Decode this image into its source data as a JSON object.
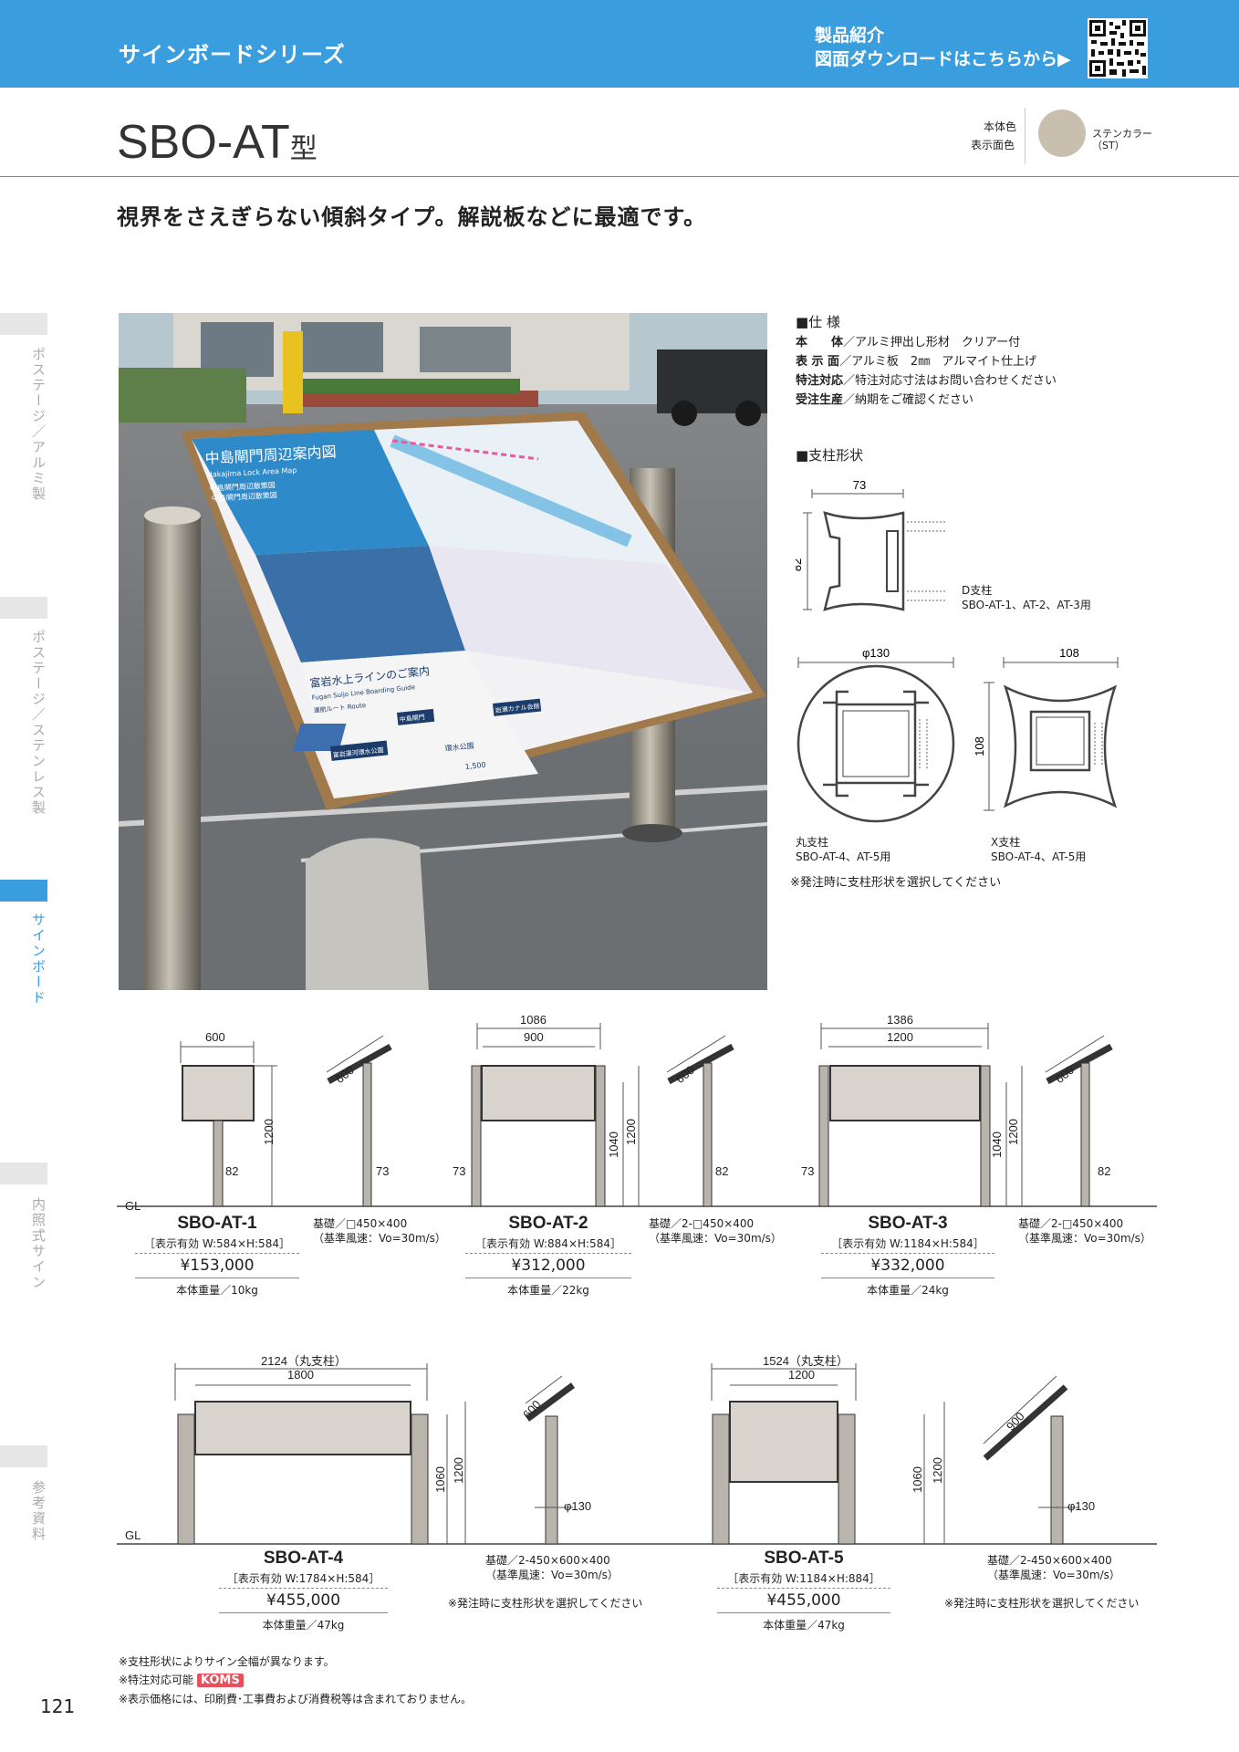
{
  "header": {
    "series_title": "サインボードシリーズ",
    "download_line1": "製品紹介",
    "download_line2": "図面ダウンロードはこちらから▶"
  },
  "model": {
    "name": "SBO-AT",
    "suffix": "型",
    "tagline": "視界をさえぎらない傾斜タイプ。解説板などに最適です。"
  },
  "color": {
    "label1": "本体色",
    "label2": "表示面色",
    "name1": "ステンカラー",
    "name2": "（ST）",
    "swatch": "#c9bfae"
  },
  "side_tabs": [
    {
      "label": "ポステージ／アルミ製",
      "active": false
    },
    {
      "label": "ポステージ／ステンレス製",
      "active": false
    },
    {
      "label": "サインボード",
      "active": true
    },
    {
      "label": "内照式サイン",
      "active": false
    },
    {
      "label": "参考資料",
      "active": false
    }
  ],
  "spec": {
    "heading": "■仕 様",
    "rows": [
      {
        "k": "本　　体",
        "v": "／アルミ押出し形材　クリアー付"
      },
      {
        "k": "表 示 面",
        "v": "／アルミ板　2㎜　アルマイト仕上げ"
      },
      {
        "k": "特注対応",
        "v": "／特注対応寸法はお問い合わせください"
      },
      {
        "k": "受注生産",
        "v": "／納期をご確認ください"
      }
    ],
    "post_heading": "■支柱形状",
    "d_post": {
      "w": "73",
      "h": "82",
      "label": "D支柱",
      "use": "SBO-AT-1、AT-2、AT-3用"
    },
    "round_post": {
      "dia": "φ130",
      "label": "丸支柱",
      "use": "SBO-AT-4、AT-5用"
    },
    "x_post": {
      "w": "108",
      "h": "108",
      "label": "X支柱",
      "use": "SBO-AT-4、AT-5用"
    },
    "note": "※発注時に支柱形状を選択してください"
  },
  "photo": {
    "map_title": "中島閘門周辺案内図",
    "map_subtitle": "Nakajima Lock Area Map",
    "map_line2": "中島閘門周辺散策図",
    "map_line3": "中島閘門周辺散策図",
    "route_title": "富岩水上ラインのご案内",
    "route_subtitle": "Fugan Suijo Line Boarding Guide",
    "route_label": "運航ルート Route",
    "stop1": "中島閘門",
    "stop2": "環水公園",
    "stop3": "富岩運河環水公園",
    "stop4": "岩瀬カナル会館",
    "fare": "1,500"
  },
  "row1": {
    "gl": "GL",
    "models": [
      {
        "name": "SBO-AT-1",
        "display": "［表示有効 W:584×H:584］",
        "price": "¥153,000",
        "weight": "本体重量／10kg",
        "w1": "600",
        "w2": "",
        "h1": "1200",
        "h2": "",
        "post": "82",
        "side_w": "600",
        "side_post": "73",
        "base1": "基礎／□450×400",
        "base2": "（基準風速：Vo=30m/s）"
      },
      {
        "name": "SBO-AT-2",
        "display": "［表示有効 W:884×H:584］",
        "price": "¥312,000",
        "weight": "本体重量／22kg",
        "w1": "1086",
        "w2": "900",
        "h1": "1200",
        "h2": "1040",
        "post": "73",
        "side_w": "600",
        "side_post": "82",
        "base1": "基礎／2-□450×400",
        "base2": "（基準風速：Vo=30m/s）"
      },
      {
        "name": "SBO-AT-3",
        "display": "［表示有効 W:1184×H:584］",
        "price": "¥332,000",
        "weight": "本体重量／24kg",
        "w1": "1386",
        "w2": "1200",
        "h1": "1200",
        "h2": "1040",
        "post": "73",
        "side_w": "600",
        "side_post": "82",
        "base1": "基礎／2-□450×400",
        "base2": "（基準風速：Vo=30m/s）"
      }
    ]
  },
  "row2": {
    "gl": "GL",
    "models": [
      {
        "name": "SBO-AT-4",
        "display": "［表示有効 W:1784×H:584］",
        "price": "¥455,000",
        "weight": "本体重量／47kg",
        "w1": "2124（丸支柱）",
        "w2": "1800",
        "h1": "1200",
        "h2": "1060",
        "side_w": "600",
        "side_post": "φ130",
        "base1": "基礎／2-450×600×400",
        "base2": "（基準風速：Vo=30m/s）",
        "note": "※発注時に支柱形状を選択してください"
      },
      {
        "name": "SBO-AT-5",
        "display": "［表示有効 W:1184×H:884］",
        "price": "¥455,000",
        "weight": "本体重量／47kg",
        "w1": "1524（丸支柱）",
        "w2": "1200",
        "h1": "1200",
        "h2": "1060",
        "side_w": "900",
        "side_post": "φ130",
        "base1": "基礎／2-450×600×400",
        "base2": "（基準風速：Vo=30m/s）",
        "note": "※発注時に支柱形状を選択してください"
      }
    ]
  },
  "footer": {
    "note1": "※支柱形状によりサイン全幅が異なります。",
    "note2": "※特注対応可能",
    "koms": "KOMS",
    "note3": "※表示価格には、印刷費･工事費および消費税等は含まれておりません。",
    "page": "121"
  }
}
